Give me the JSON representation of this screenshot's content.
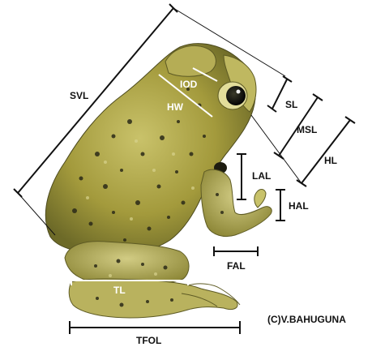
{
  "credit": "(C)V.BAHUGUNA",
  "labels": {
    "svl": "SVL",
    "iod": "IOD",
    "hw": "HW",
    "sl": "SL",
    "msl": "MSL",
    "hl": "HL",
    "lal": "LAL",
    "hal": "HAL",
    "fal": "FAL",
    "tl": "TL",
    "tfol": "TFOL"
  },
  "colors": {
    "measure_line": "#111111",
    "overlay_line": "#ffffff",
    "toad_body": "#a39a3c",
    "toad_shadow": "#6d6a28",
    "toad_light": "#c8c26a",
    "spot": "#2b2a18"
  }
}
